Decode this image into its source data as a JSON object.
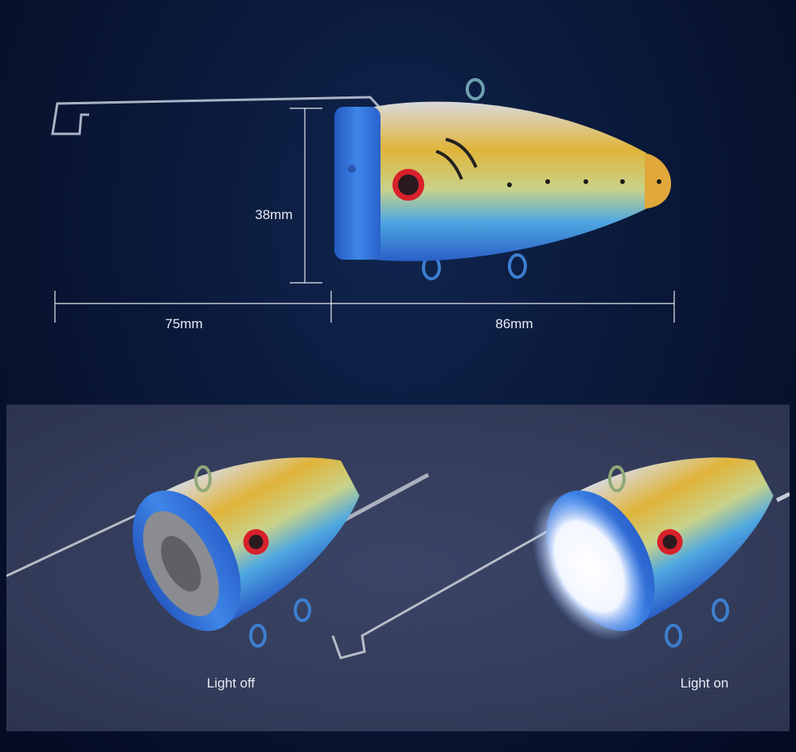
{
  "dimensions": {
    "height_label": "38mm",
    "rod_length_label": "75mm",
    "body_length_label": "86mm"
  },
  "comparison": {
    "left_caption": "Light off",
    "right_caption": "Light on"
  },
  "colors": {
    "background": "#0a1838",
    "panel": "#343d5b",
    "ring_blue": "#2f6fd8",
    "eye_red": "#d8202a"
  }
}
